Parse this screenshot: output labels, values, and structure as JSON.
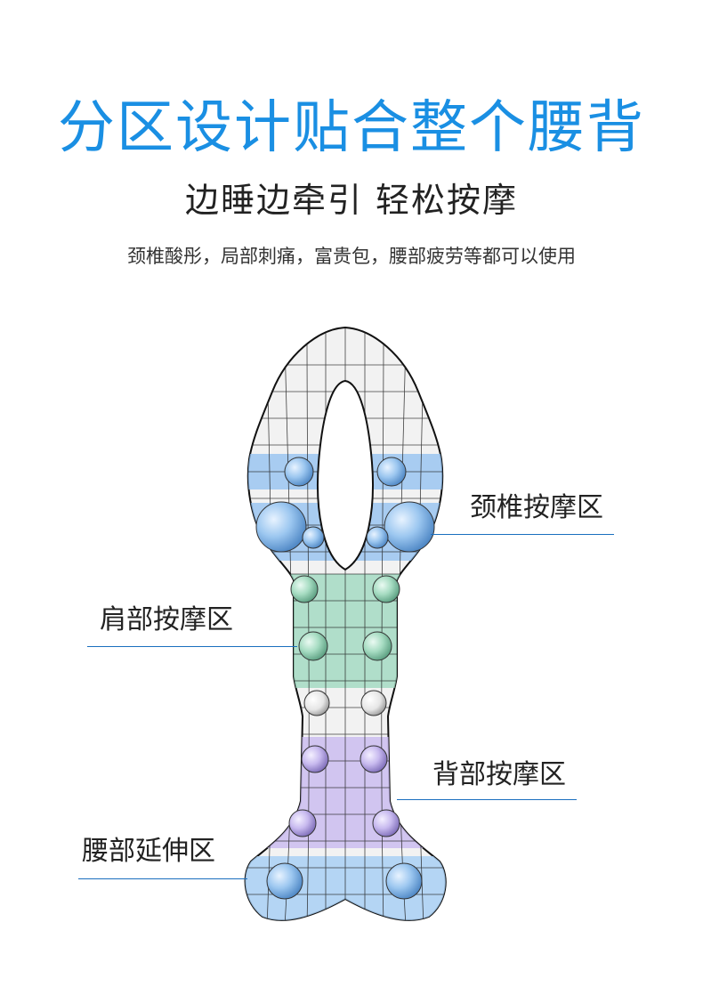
{
  "header": {
    "title": "分区设计贴合整个腰背",
    "subtitle": "边睡边牵引 轻松按摩",
    "description": "颈椎酸彤，局部刺痛，富贵包，腰部疲劳等都可以使用"
  },
  "zones": {
    "neck": "颈椎按摩区",
    "shoulder": "肩部按摩区",
    "back": "背部按摩区",
    "waist": "腰部延伸区"
  },
  "colors": {
    "title": "#1a8fe3",
    "neck_zone": "#8fbff0",
    "shoulder_zone": "#9fd8bf",
    "back_zone": "#cbbdf0",
    "waist_zone": "#a9d0f5",
    "callout_line": "#1a6fbf"
  }
}
